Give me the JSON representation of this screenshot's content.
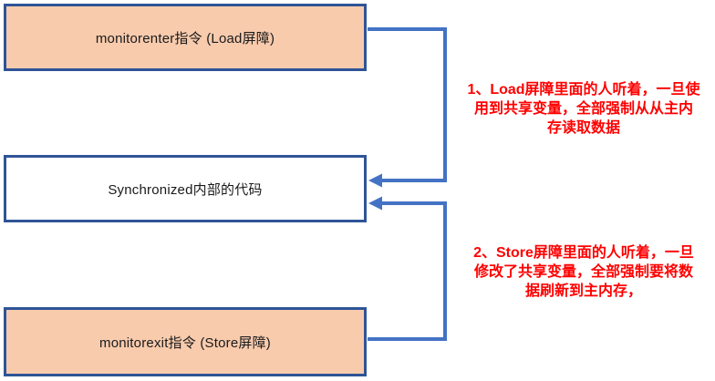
{
  "diagram": {
    "title": "synchronized memory barrier flow",
    "boxes": [
      {
        "id": "monitorenter",
        "label": "monitorenter指令 (Load屏障)"
      },
      {
        "id": "synchronized-code",
        "label": "Synchronized内部的代码"
      },
      {
        "id": "monitorexit",
        "label": "monitorexit指令 (Store屏障)"
      }
    ],
    "notes": [
      {
        "id": "load-barrier-note",
        "text": "1、Load屏障里面的人听着，一旦使\n用到共享变量，全部强制从从主内\n存读取数据"
      },
      {
        "id": "store-barrier-note",
        "text": "2、Store屏障里面的人听着，一旦\n修改了共享变量，全部强制要将数\n据刷新到主内存，"
      }
    ],
    "connectors": [
      {
        "id": "load-connector",
        "from": "monitorenter",
        "to": "synchronized-code"
      },
      {
        "id": "store-connector",
        "from": "monitorexit",
        "to": "synchronized-code"
      }
    ],
    "colors": {
      "box_fill": "#F8CBAD",
      "box_border": "#2F5496",
      "middle_fill": "#FFFFFF",
      "connector": "#4472C4",
      "note_text": "#FF0000",
      "box_text": "#1A1A1A"
    }
  }
}
